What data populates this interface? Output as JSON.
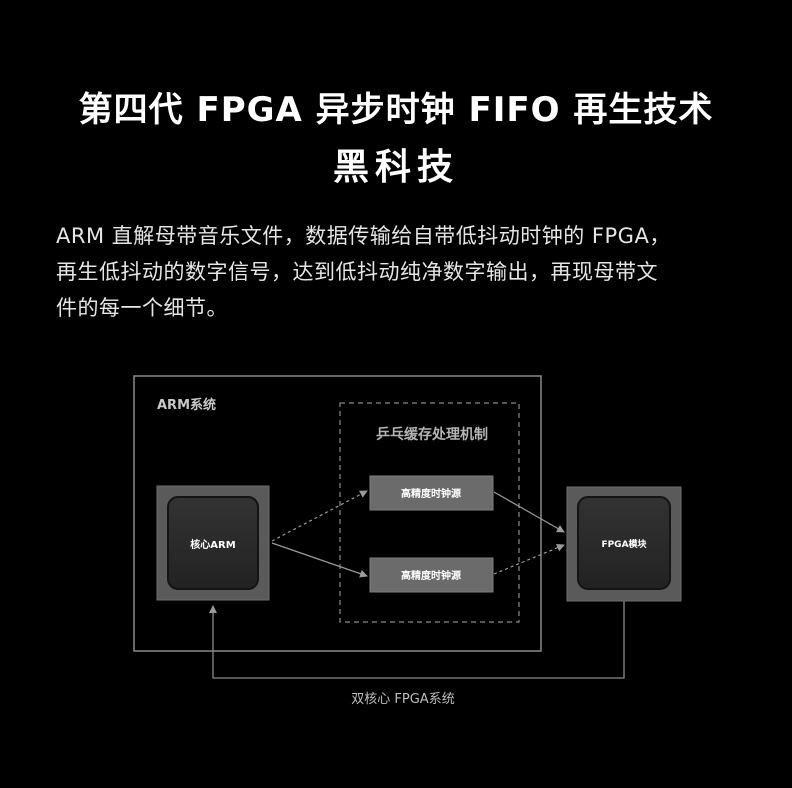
{
  "title": {
    "line1": "第四代 FPGA 异步时钟 FIFO 再生技术",
    "line2": "黑科技"
  },
  "description": {
    "lines": [
      "ARM 直解母带音乐文件，数据传输给自带低抖动时钟的 FPGA，",
      "再生低抖动的数字信号，达到低抖动纯净数字输出，再现母带文",
      "件的每一个细节。"
    ]
  },
  "diagram": {
    "system_label": "ARM系统",
    "pingpong_label": "乒乓缓存处理机制",
    "core_arm_label": "核心ARM",
    "clock_top_label": "高精度时钟源",
    "clock_bottom_label": "高精度时钟源",
    "fpga_label": "FPGA模块",
    "caption": "双核心 FPGA系统",
    "colors": {
      "background": "#000000",
      "frame": "#8a8a8a",
      "chip_outer": "#5a5a5a",
      "chip_inner": "#2a2a2a",
      "clock_box": "#6b6b6b",
      "arrow": "#9a9a9a"
    }
  }
}
